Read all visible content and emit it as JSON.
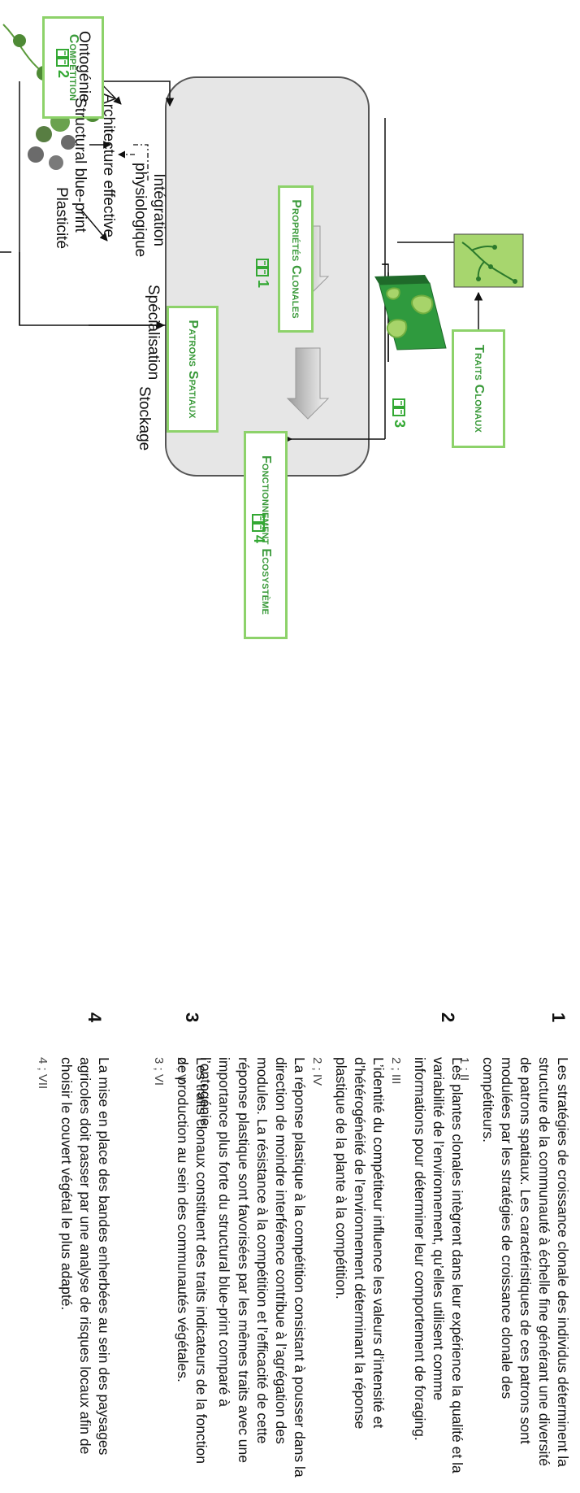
{
  "diagram": {
    "competition": "Compétition",
    "ontogenie": "Ontogénie",
    "structural_blueprint": "Structural blue-print",
    "plasticite": "Plasticité",
    "architecture": "Architecture effective",
    "integration_line1": "Intégration",
    "integration_line2": "physiologique",
    "specialisation": "Spécialisation",
    "stockage": "Stockage",
    "proprietes": "Propriétés Clonales",
    "traits": "Traits Clonaux",
    "patrons": "Patrons Spatiaux",
    "fonctionnement": "Fonctionnement Ecosystème",
    "refs": {
      "r1": "1",
      "r2": "2",
      "r3": "3",
      "r4": "4"
    }
  },
  "sidebar": {
    "entries": [
      {
        "num": "1",
        "paragraphs": [
          "Les stratégies de croissance clonale des individus déterminent la structure de la communauté à échelle fine générant une diversité de patrons spatiaux. Les caractéristiques de ces patrons sont modulées par les stratégies de croissance clonale des compétiteurs.",
          ""
        ],
        "refs": [
          "1 ;",
          "II"
        ]
      },
      {
        "num": "2",
        "paragraphs": [
          "Les plantes clonales intègrent dans leur expérience la qualité et la variabilité de l’environnement, qu’elles utilisent comme informations pour déterminer leur comportement de foraging.",
          "L’identité du compétiteur influence les valeurs d’intensité et d’hétérogénéité de l’environnement déterminant la réponse plastique de la plante à la compétition.",
          "La réponse plastique à la compétition consistant à pousser dans la direction de moindre interférence contribue à l’agrégation des modules. La résistance à la compétition et l’efficacité de cette réponse plastique sont favorisées par les mêmes traits avec une importance plus forte du structural blue-print comparé à l’ontogénie."
        ],
        "refs": [
          "2 ;",
          "III",
          "2 ;",
          "IV",
          "2 ;",
          "V"
        ]
      },
      {
        "num": "3",
        "paragraphs": [
          "Les traits clonaux constituent des traits indicateurs de la fonction de production au sein des communautés végétales."
        ],
        "refs": [
          "3 ;",
          "VI"
        ]
      },
      {
        "num": "4",
        "paragraphs": [
          "La mise en place des bandes enherbées au sein des paysages agricoles doit passer par une analyse de risques locaux afin de choisir le couvert végétal le plus adapté."
        ],
        "refs": [
          "4 ;",
          "VII"
        ]
      }
    ]
  },
  "colors": {
    "accent": "#3cb23c",
    "box_border": "#8dd26a",
    "panel_fill": "#e6e6e6"
  }
}
